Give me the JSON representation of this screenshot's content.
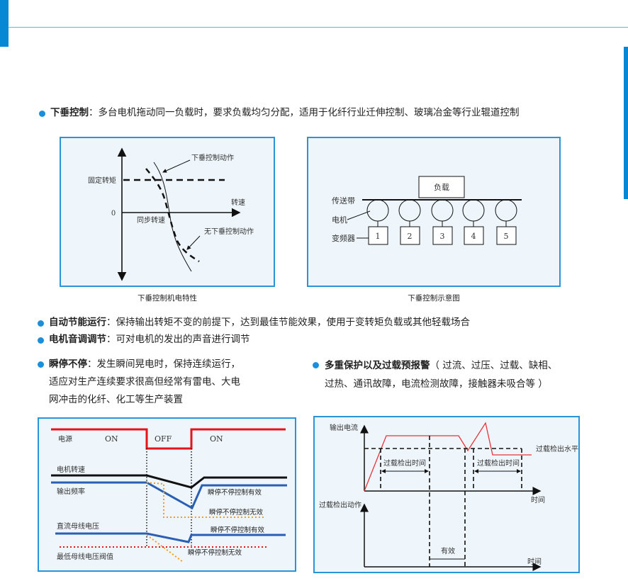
{
  "sections": {
    "droop": {
      "title": "下垂控制",
      "text": "：多台电机拖动同一负载时，要求负载均匀分配，适用于化纤行业迁伸控制、玻璃冶金等行业辊道控制"
    },
    "energy": {
      "title": "自动节能运行",
      "text": "：保持输出转矩不变的前提下，达到最佳节能效果，使用于变转矩负载或其他轻载场合"
    },
    "tone": {
      "title": "电机音调调节",
      "text": "：可对电机的发出的声音进行调节"
    },
    "ride": {
      "title": "瞬停不停",
      "text": "：发生瞬间晃电时，保持连续运行，",
      "line2": "适应对生产连续要求很高但经常有雷电、大电",
      "line3": "网冲击的化纤、化工等生产装置"
    },
    "protect": {
      "title": "多重保护以及过载预报警",
      "text": "（ 过流、过压、过载、缺相、",
      "line2": "过热、通讯故障，电流检测故障，接触器未吸合等 ）"
    }
  },
  "fig1": {
    "caption": "下垂控制机电特性",
    "fixed_torque": "固定转矩",
    "zero": "0",
    "speed": "转速",
    "sync_speed": "同步转速",
    "droop_action": "下垂控制动作",
    "no_droop_action": "无下垂控制动作"
  },
  "fig2": {
    "caption": "下垂控制示意图",
    "load": "负载",
    "belt": "传送带",
    "motor": "电机",
    "inverter": "变频器",
    "units": [
      "1",
      "2",
      "3",
      "4",
      "5"
    ]
  },
  "fig3": {
    "power": "电源",
    "on1": "ON",
    "off": "OFF",
    "on2": "ON",
    "motor_speed": "电机转速",
    "output_freq": "输出频率",
    "valid1": "瞬停不停控制有效",
    "invalid1": "瞬停不停控制无效",
    "dc_bus": "直流母线电压",
    "valid2": "瞬停不停控制有效",
    "min_bus": "最低母线电压阀值",
    "invalid2": "瞬停不停控制无效"
  },
  "fig4": {
    "output_current": "输出电流",
    "time1": "时间",
    "level": "过载检出水平",
    "detect_time1": "过载检出时间",
    "detect_time2": "过载检出时间",
    "detect_action": "过载检出动作",
    "time2": "时间",
    "valid": "有效"
  },
  "colors": {
    "accent": "#0788d4",
    "red": "#e3141c",
    "blue": "#2a5fb5",
    "orange": "#f39a1e"
  }
}
